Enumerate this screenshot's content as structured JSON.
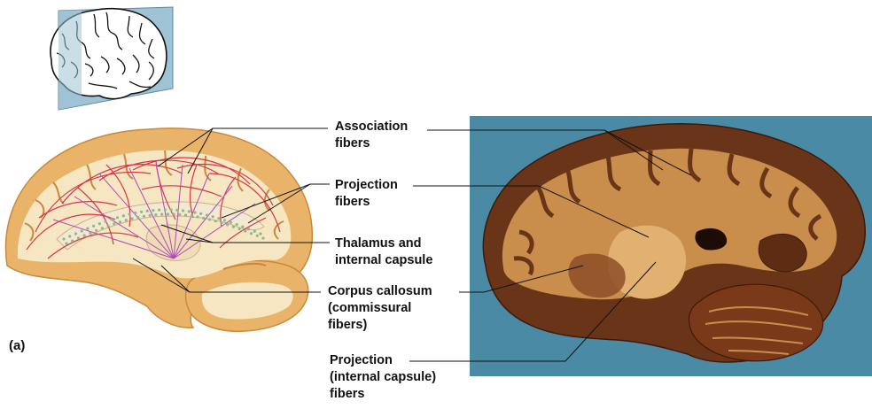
{
  "panel_letter": "(a)",
  "labels": {
    "association": [
      "Association",
      "fibers"
    ],
    "projection": [
      "Projection",
      "fibers"
    ],
    "thalamus": [
      "Thalamus and",
      "internal capsule"
    ],
    "corpus": [
      "Corpus callosum",
      "(commissural",
      "fibers)"
    ],
    "projection_internal": [
      "Projection",
      "(internal capsule)",
      "fibers"
    ]
  },
  "colors": {
    "photo_background": "#4a8aa4",
    "cortex": "#e9b46a",
    "white_matter": "#f7e6c2",
    "association_fibers": "#d8344a",
    "commissural_fibers": "#8fb88a",
    "projection_fibers": "#b04ab8"
  }
}
